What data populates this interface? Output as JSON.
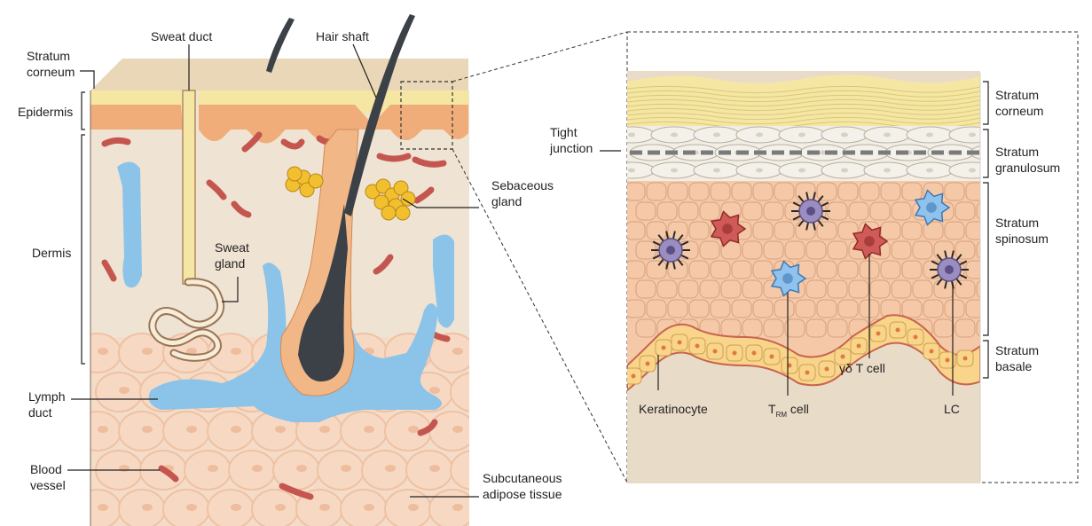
{
  "colors": {
    "stratum_corneum": "#f5e7a3",
    "epidermis": "#f2b787",
    "dermis": "#efe3d3",
    "adipose": "#f7d9c3",
    "lymph": "#8cc3e8",
    "blood": "#c5564f",
    "hair": "#3c4147",
    "sebaceous": "#f2c02f",
    "keratinocyte": "#f5c9a7",
    "basal_cell": "#f8d58b",
    "t_rm_cell": "#8fc2ec",
    "gd_t_cell": "#cf5a57",
    "lc": "#9a8dc0",
    "line": "#3a3a3a"
  },
  "icons": {
    "langerhans": "dendritic-cell-icon",
    "trm": "star-cell-icon",
    "gdt": "star-cell-icon"
  },
  "left_panel": {
    "stratum_corneum": "Stratum\ncorneum",
    "epidermis": "Epidermis",
    "dermis": "Dermis",
    "lymph_duct": "Lymph\nduct",
    "blood_vessel": "Blood\nvessel",
    "sweat_duct": "Sweat duct",
    "hair_shaft": "Hair shaft",
    "sebaceous_gland": "Sebaceous\ngland",
    "sweat_gland": "Sweat\ngland",
    "subcutaneous": "Subcutaneous\nadipose tissue"
  },
  "right_panel": {
    "tight_junction": "Tight\njunction",
    "stratum_corneum": "Stratum\ncorneum",
    "stratum_granulosum": "Stratum\ngranulosum",
    "stratum_spinosum": "Stratum\nspinosum",
    "stratum_basale": "Stratum\nbasale",
    "keratinocyte": "Keratinocyte",
    "trm_main": "T",
    "trm_sub": "RM",
    "trm_suffix": " cell",
    "gd_t_cell": "γδ T cell",
    "lc": "LC"
  }
}
